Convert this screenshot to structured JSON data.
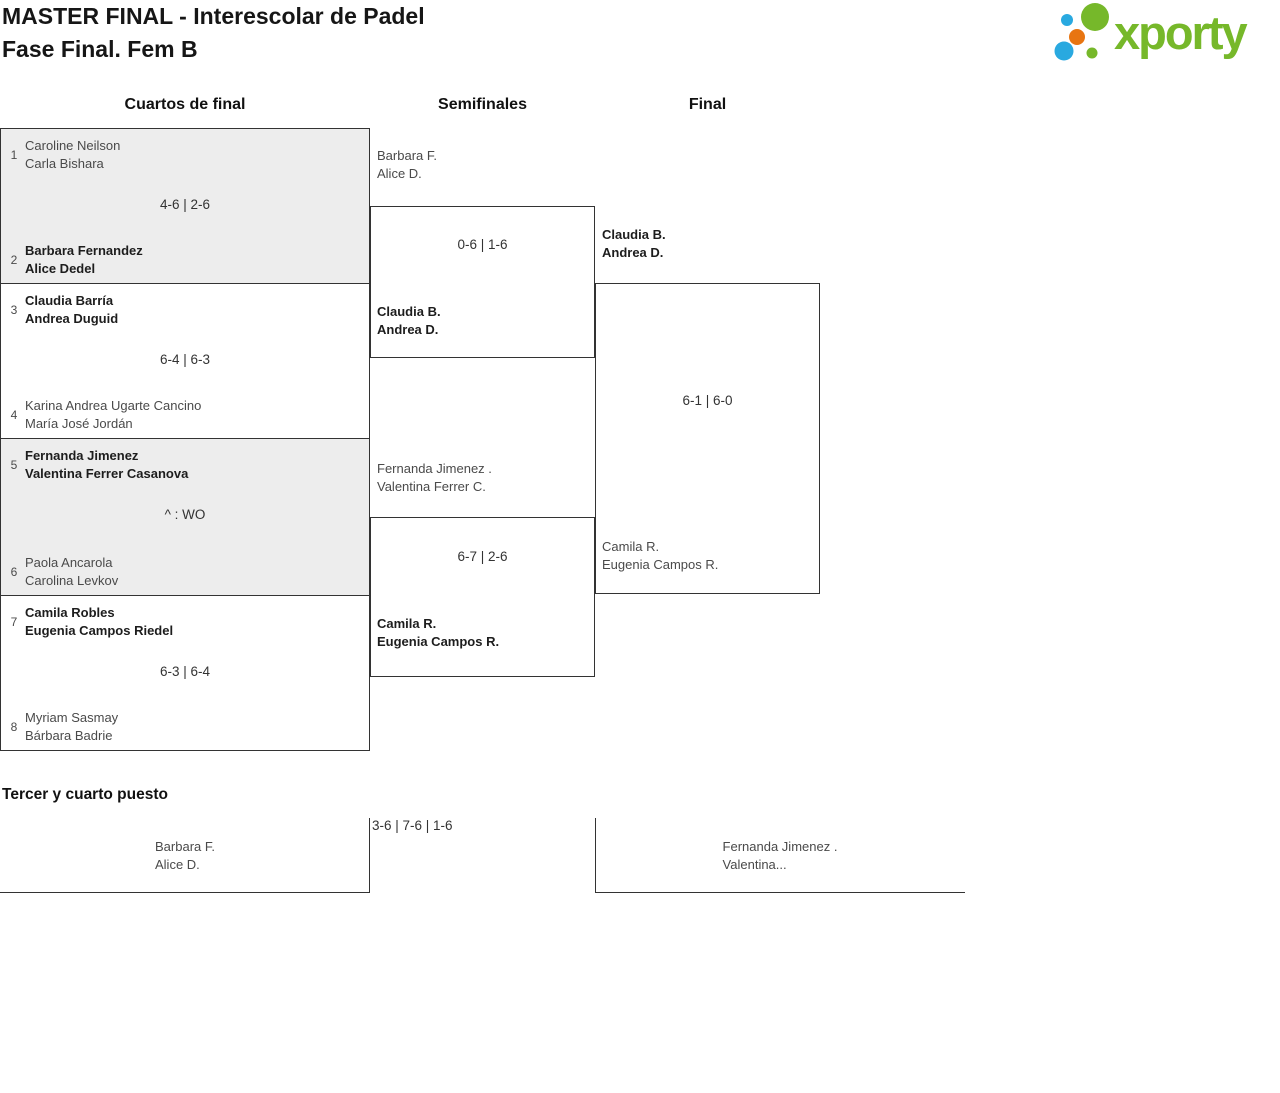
{
  "header": {
    "title_line1": "MASTER FINAL - Interescolar de Padel",
    "title_line2": "Fase Final. Fem B",
    "logo_text": "xporty"
  },
  "columns": [
    "Cuartos de final",
    "Semifinales",
    "Final"
  ],
  "colors": {
    "logo_green": "#76b82a",
    "logo_blue": "#29a9e0",
    "logo_orange": "#e87511",
    "bracket_border": "#333333",
    "match_fill_gray": "#ededed",
    "winner_text": "#1d1d1d",
    "loser_text": "#4a4a4a"
  },
  "bracket": {
    "quarterfinals": [
      {
        "seed_top": "1",
        "team_top": [
          "Caroline Neilson",
          "Carla Bishara"
        ],
        "top_winner": false,
        "score": "4-6 | 2-6",
        "seed_bottom": "2",
        "team_bottom": [
          "Barbara Fernandez",
          "Alice Dedel"
        ],
        "bottom_winner": true
      },
      {
        "seed_top": "3",
        "team_top": [
          "Claudia Barría",
          "Andrea Duguid"
        ],
        "top_winner": true,
        "score": "6-4 | 6-3",
        "seed_bottom": "4",
        "team_bottom": [
          "Karina Andrea Ugarte Cancino",
          "María José Jordán"
        ],
        "bottom_winner": false
      },
      {
        "seed_top": "5",
        "team_top": [
          "Fernanda Jimenez",
          "Valentina Ferrer Casanova"
        ],
        "top_winner": true,
        "score": "^ : WO",
        "seed_bottom": "6",
        "team_bottom": [
          "Paola Ancarola",
          "Carolina Levkov"
        ],
        "bottom_winner": false
      },
      {
        "seed_top": "7",
        "team_top": [
          "Camila Robles",
          "Eugenia Campos Riedel"
        ],
        "top_winner": true,
        "score": "6-3 | 6-4",
        "seed_bottom": "8",
        "team_bottom": [
          "Myriam Sasmay",
          "Bárbara Badrie"
        ],
        "bottom_winner": false
      }
    ],
    "semifinals": [
      {
        "team_top": [
          "Barbara F.",
          "Alice D."
        ],
        "top_winner": false,
        "score": "0-6 | 1-6",
        "team_bottom": [
          "Claudia B.",
          "Andrea D."
        ],
        "bottom_winner": true
      },
      {
        "team_top": [
          "Fernanda Jimenez .",
          "Valentina Ferrer C."
        ],
        "top_winner": false,
        "score": "6-7 | 2-6",
        "team_bottom": [
          "Camila R.",
          "Eugenia Campos R."
        ],
        "bottom_winner": true
      }
    ],
    "final": {
      "team_top": [
        "Claudia B.",
        "Andrea D."
      ],
      "top_winner": true,
      "score": "6-1 | 6-0",
      "team_bottom": [
        "Camila R.",
        "Eugenia Campos R."
      ],
      "bottom_winner": false
    }
  },
  "third_place": {
    "heading": "Tercer y cuarto puesto",
    "score": "3-6 | 7-6 | 1-6",
    "team_left": [
      "Barbara F.",
      "Alice D."
    ],
    "team_right": [
      "Fernanda Jimenez .",
      "Valentina..."
    ]
  }
}
